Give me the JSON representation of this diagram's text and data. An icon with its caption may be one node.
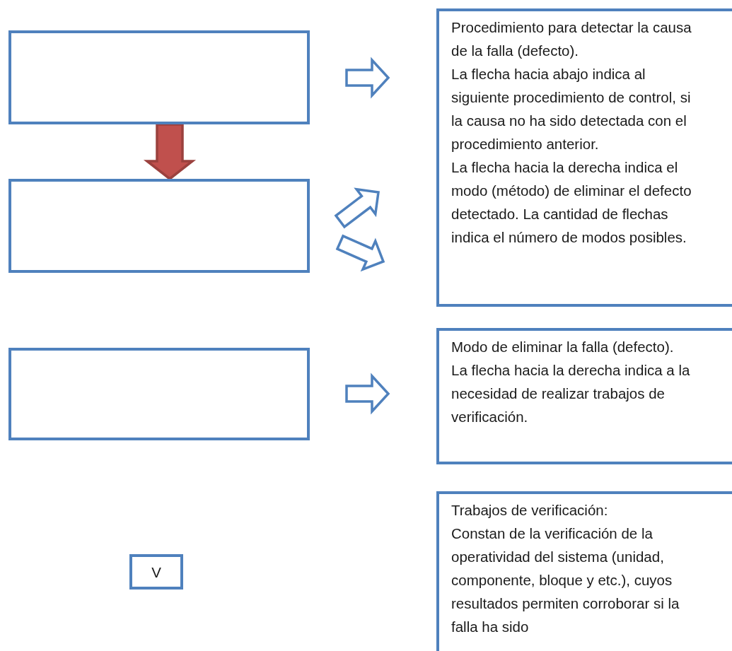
{
  "diagram": {
    "nodes": [
      {
        "text": [],
        "shape": "box"
      },
      {
        "text": [],
        "shape": "box"
      },
      {
        "text": [],
        "shape": "box"
      },
      {
        "text": [
          "V"
        ]
      },
      {
        "text": [
          "Procedimiento para detectar la causa de la falla (defecto).",
          "La flecha hacia abajo indica al siguiente procedimiento de control, si la causa no ha sido detectada con el procedimiento anterior.",
          "La flecha hacia la derecha indica el modo (método) de eliminar el defecto detectado. La cantidad de flechas indica el número de modos posibles."
        ]
      },
      {
        "text": [
          "Modo de eliminar la falla (defecto).",
          "La flecha hacia la derecha indica a la necesidad de realizar trabajos de verificación."
        ]
      },
      {
        "text": [
          "Trabajos de verificación:",
          "Constan de la verificación de la operatividad del sistema (unidad, componente, bloque y etc.), cuyos resultados permiten corroborar si la falla ha sido"
        ]
      }
    ],
    "edges": [
      {
        "from": 0,
        "to": 1,
        "arrow": "to",
        "color": "#c0504d"
      }
    ]
  }
}
